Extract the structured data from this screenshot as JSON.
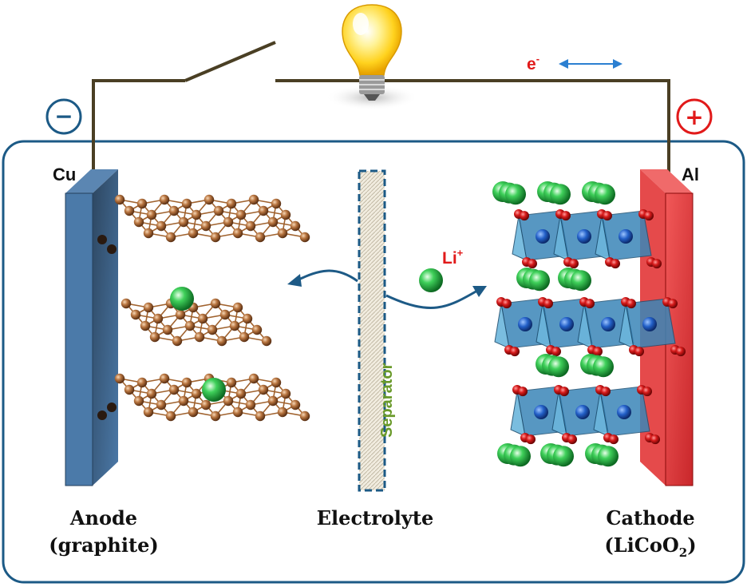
{
  "labels": {
    "anode_line1": "Anode",
    "anode_line2": "(graphite)",
    "electrolyte": "Electrolyte",
    "cathode_line1": "Cathode",
    "cathode_line2_prefix": "(LiCoO",
    "cathode_line2_sub": "2",
    "cathode_line2_suffix": ")",
    "cu": "Cu",
    "al": "Al",
    "separator": "Separator",
    "li": "Li",
    "li_sup": "+",
    "electron": "e",
    "electron_sup": "-",
    "minus": "−",
    "plus": "+"
  },
  "colors": {
    "anode_plate": "#3d5f85",
    "cathode_plate": "#e0272b",
    "wire": "#4a3f24",
    "carbon": "#8a5428",
    "lithium": "#2ebd4a",
    "octahedron": "#4a9cc8",
    "oxygen": "#c51818",
    "arrow": "#1d5a86",
    "electron_arrow": "#2b7fd1",
    "cell_border": "#1c5a86"
  }
}
